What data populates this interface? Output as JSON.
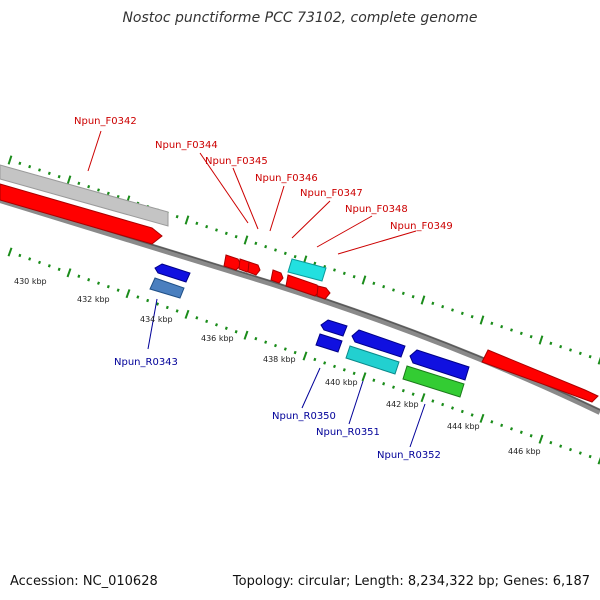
{
  "title": "Nostoc punctiforme PCC 73102, complete genome",
  "accession": "Accession: NC_010628",
  "topology": "Topology: circular; Length: 8,234,322 bp; Genes: 6,187",
  "colors": {
    "forward_gene": "#ff0000",
    "reverse_gene": "#0000ff",
    "rna_cyan": "#00e5e5",
    "green_gene": "#33cc33",
    "steel_gene": "#4a7fbf",
    "gray_feature": "#bdbdbd",
    "backbone": "#707070",
    "forward_label": "#cc0000",
    "reverse_label": "#000099",
    "tick_color": "#1a8c1a"
  },
  "scale_labels": [
    "430 kbp",
    "432 kbp",
    "434 kbp",
    "436 kbp",
    "438 kbp",
    "440 kbp",
    "442 kbp",
    "444 kbp",
    "446 kbp"
  ],
  "forward_labels": [
    "Npun_F0342",
    "Npun_F0344",
    "Npun_F0345",
    "Npun_F0346",
    "Npun_F0347",
    "Npun_F0348",
    "Npun_F0349"
  ],
  "reverse_labels": [
    "Npun_R0343",
    "Npun_R0350",
    "Npun_R0351",
    "Npun_R0352"
  ]
}
